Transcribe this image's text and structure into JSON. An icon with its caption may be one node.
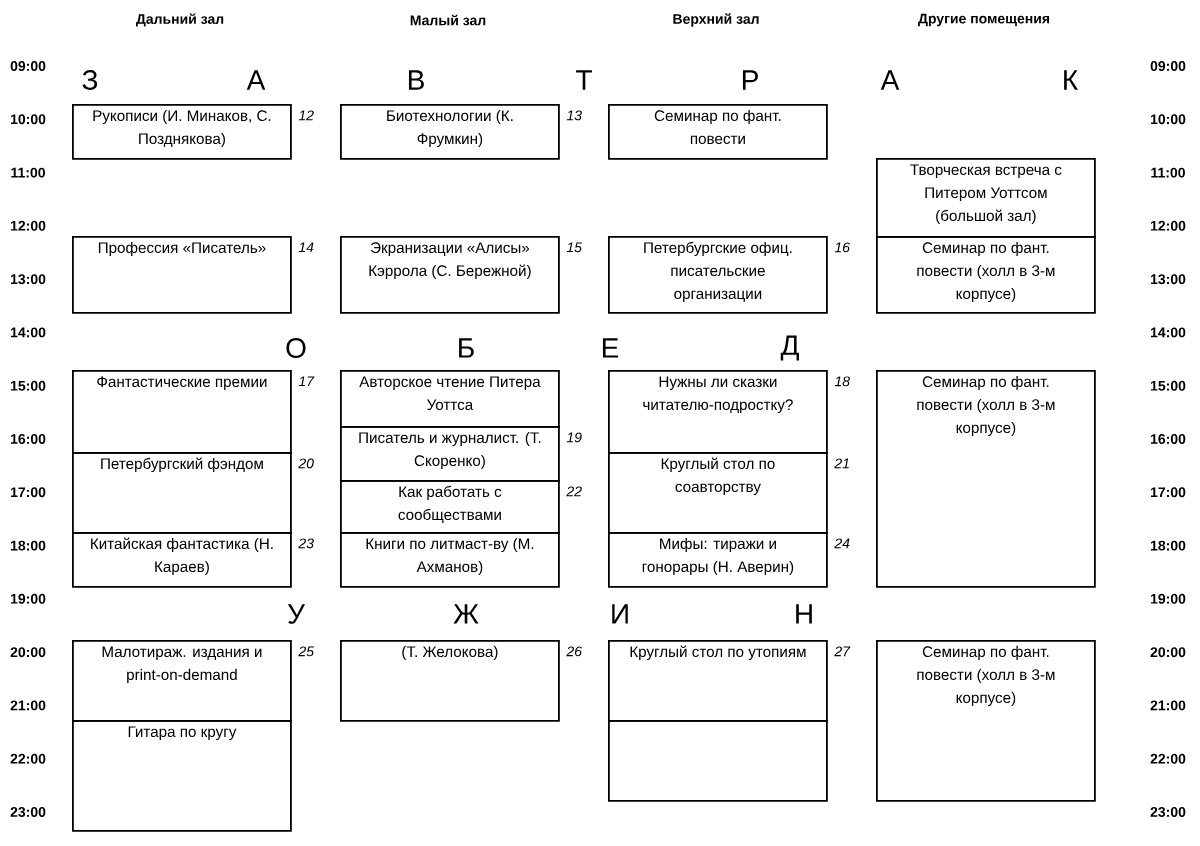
{
  "diagram": {
    "nodes": [
      {
        "text": [
          "Рукописи (И. Минаков, С. Позднякова)"
        ],
        "beside": [
          "12"
        ]
      },
      {
        "text": [
          "Биотехнологии (К. Фрумкин)"
        ],
        "beside": [
          "13"
        ]
      },
      {
        "text": [
          "Семинар по фант. повести"
        ]
      },
      {
        "text": [
          "Творческая встреча с Питером Уоттсом (большой зал)"
        ]
      },
      {
        "text": [
          "Профессия «Писатель»"
        ],
        "beside": [
          "14"
        ]
      },
      {
        "text": [
          "Экранизации «Алисы» Кэррола (С. Бережной)"
        ],
        "beside": [
          "15"
        ]
      },
      {
        "text": [
          "Петербургские офиц. писательские организации"
        ],
        "beside": [
          "16"
        ]
      },
      {
        "text": [
          "Семинар по фант. повести (холл в 3-м корпусе)"
        ]
      },
      {
        "text": [
          "Фантастические премии"
        ],
        "beside": [
          "17"
        ]
      },
      {
        "text": [
          "Авторское чтение Питера Уоттса"
        ]
      },
      {
        "text": [
          "Нужны ли сказки читателю-подростку?"
        ],
        "beside": [
          "18"
        ]
      },
      {
        "text": [
          "Семинар по фант. повести (холл в 3-м корпусе)"
        ]
      },
      {
        "text": [
          "Писатель и журналист. (Т. Скоренко)"
        ],
        "beside": [
          "19"
        ]
      },
      {
        "text": [
          "Петербургский фэндом"
        ],
        "beside": [
          "20"
        ]
      },
      {
        "text": [
          "Круглый стол по соавторству"
        ],
        "beside": [
          "21"
        ]
      },
      {
        "text": [
          "Как работать с сообществами"
        ],
        "beside": [
          "22"
        ]
      },
      {
        "text": [
          "Китайская фантастика (Н. Караев)"
        ],
        "beside": [
          "23"
        ]
      },
      {
        "text": [
          "Книги по литмаст-ву (М. Ахманов)"
        ]
      },
      {
        "text": [
          "Мифы: тиражи и гонорары (Н. Аверин)"
        ],
        "beside": [
          "24"
        ]
      },
      {
        "text": [
          "Малотираж. издания и print-on-demand"
        ],
        "beside": [
          "25"
        ]
      },
      {
        "text": [
          "(Т. Желокова)"
        ],
        "beside": [
          "26"
        ]
      },
      {
        "text": [
          "Круглый стол по утопиям"
        ],
        "beside": [
          "27"
        ]
      },
      {
        "text": [
          "Семинар по фант. повести (холл в 3-м корпусе)"
        ]
      },
      {
        "text": [
          "Гитара по кругу"
        ]
      },
      {
        "text": [],
        "shape": "box"
      }
    ],
    "labels": [
      "Дальний зал",
      "Малый зал",
      "Верхний зал",
      "Другие помещения",
      "09:00",
      "10:00",
      "11:00",
      "12:00",
      "13:00",
      "14:00",
      "15:00",
      "16:00",
      "17:00",
      "18:00",
      "19:00",
      "20:00",
      "21:00",
      "22:00",
      "23:00",
      "09:00",
      "10:00",
      "11:00",
      "12:00",
      "13:00",
      "14:00",
      "15:00",
      "16:00",
      "17:00",
      "18:00",
      "19:00",
      "20:00",
      "21:00",
      "22:00",
      "23:00",
      "З",
      "А",
      "В",
      "Т",
      "Р",
      "А",
      "К",
      "О",
      "Б",
      "Е",
      "Д",
      "У",
      "Ж",
      "И",
      "Н"
    ]
  }
}
